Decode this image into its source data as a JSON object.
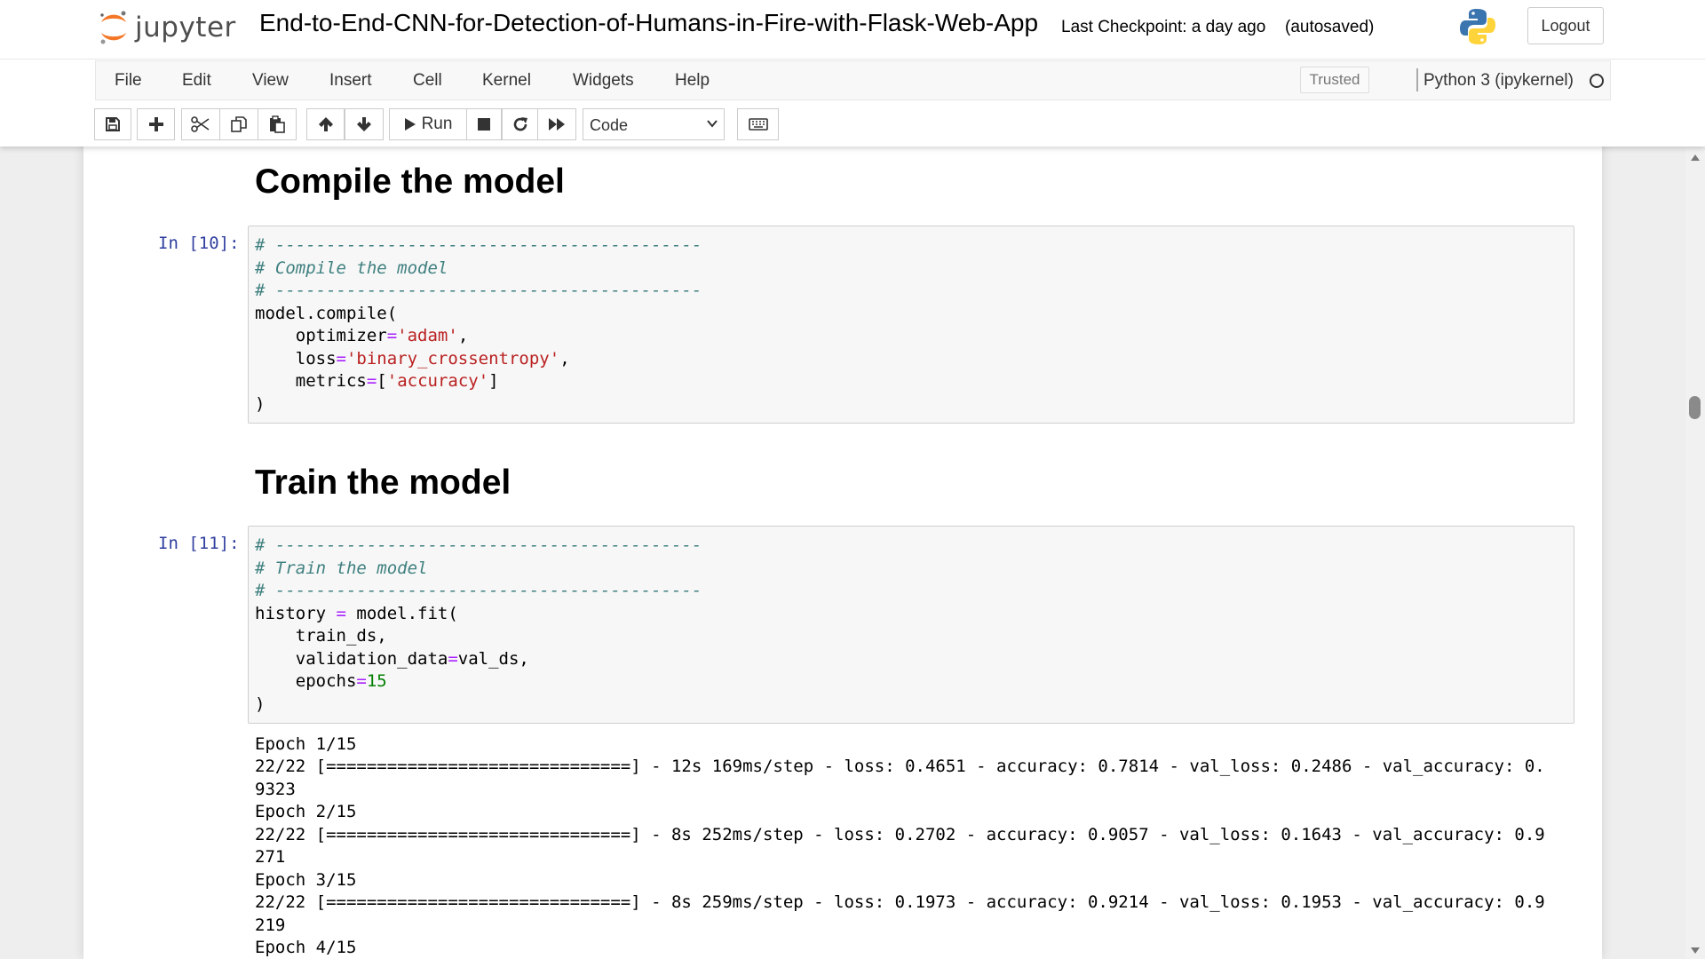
{
  "header": {
    "logo_text": "jupyter",
    "notebook_title": "End-to-End-CNN-for-Detection-of-Humans-in-Fire-with-Flask-Web-App",
    "checkpoint": "Last Checkpoint: a day ago",
    "autosave": "(autosaved)",
    "logout_label": "Logout"
  },
  "menubar": {
    "items": [
      "File",
      "Edit",
      "View",
      "Insert",
      "Cell",
      "Kernel",
      "Widgets",
      "Help"
    ],
    "trusted_label": "Trusted",
    "kernel_name": "Python 3 (ipykernel)"
  },
  "toolbar": {
    "icons": [
      "save-icon",
      "plus-icon",
      "scissors-icon",
      "copy-icon",
      "paste-icon",
      "arrow-up-icon",
      "arrow-down-icon",
      "run-icon",
      "stop-icon",
      "restart-icon",
      "fast-forward-icon",
      "keyboard-icon"
    ],
    "run_label": "Run",
    "cell_type": "Code"
  },
  "cells": [
    {
      "type": "markdown",
      "heading": "Compile the model"
    },
    {
      "type": "code",
      "prompt": "In [10]:",
      "lines": [
        "# ------------------------------------------",
        "# Compile the model",
        "# ------------------------------------------",
        "model.compile(",
        "    optimizer='adam',",
        "    loss='binary_crossentropy',",
        "    metrics=['accuracy']",
        ")"
      ]
    },
    {
      "type": "markdown",
      "heading": "Train the model"
    },
    {
      "type": "code",
      "prompt": "In [11]:",
      "lines": [
        "# ------------------------------------------",
        "# Train the model",
        "# ------------------------------------------",
        "history = model.fit(",
        "    train_ds,",
        "    validation_data=val_ds,",
        "    epochs=15",
        ")"
      ],
      "output": [
        "Epoch 1/15",
        "22/22 [==============================] - 12s 169ms/step - loss: 0.4651 - accuracy: 0.7814 - val_loss: 0.2486 - val_accuracy: 0.",
        "9323",
        "Epoch 2/15",
        "22/22 [==============================] - 8s 252ms/step - loss: 0.2702 - accuracy: 0.9057 - val_loss: 0.1643 - val_accuracy: 0.9",
        "271",
        "Epoch 3/15",
        "22/22 [==============================] - 8s 259ms/step - loss: 0.1973 - accuracy: 0.9214 - val_loss: 0.1953 - val_accuracy: 0.9",
        "219",
        "Epoch 4/15"
      ]
    }
  ],
  "colors": {
    "jupyter_orange": "#f37726",
    "prompt_blue": "#303f9f",
    "comment": "#408080",
    "string": "#ba2121",
    "operator": "#aa22ff",
    "number": "#008000"
  }
}
